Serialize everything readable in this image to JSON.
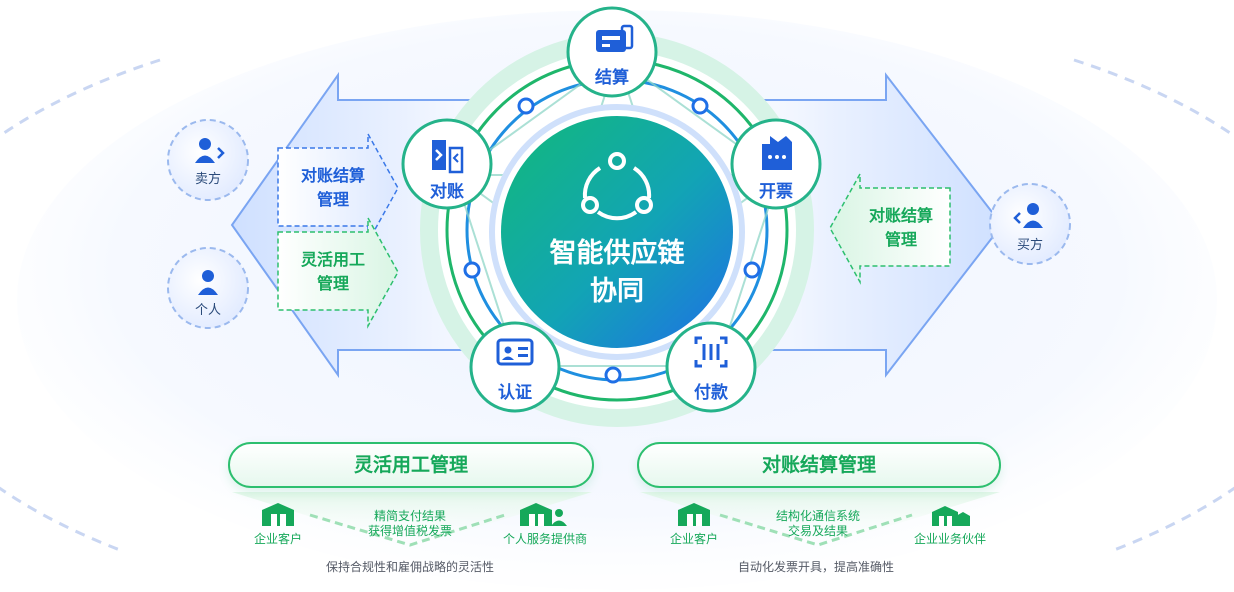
{
  "center": {
    "title_line1": "智能供应链",
    "title_line2": "协同"
  },
  "ring_nodes": [
    {
      "label": "结算",
      "icon": "card-stack-icon"
    },
    {
      "label": "开票",
      "icon": "invoice-building-icon"
    },
    {
      "label": "付款",
      "icon": "scan-pay-icon"
    },
    {
      "label": "认证",
      "icon": "id-card-icon"
    },
    {
      "label": "对账",
      "icon": "reconcile-icon"
    }
  ],
  "left_arrow": {
    "items": [
      {
        "line1": "对账结算",
        "line2": "管理"
      },
      {
        "line1": "灵活用工",
        "line2": "管理"
      }
    ]
  },
  "right_arrow": {
    "items": [
      {
        "line1": "对账结算",
        "line2": "管理"
      }
    ]
  },
  "parties": {
    "seller": "卖方",
    "individual": "个人",
    "buyer": "买方"
  },
  "bottom_left": {
    "title": "灵活用工管理",
    "left_party": "企业客户",
    "right_party": "个人服务提供商",
    "middle_line1": "精简支付结果",
    "middle_line2": "获得增值税发票",
    "footer": "保持合规性和雇佣战略的灵活性"
  },
  "bottom_right": {
    "title": "对账结算管理",
    "left_party": "企业客户",
    "right_party": "企业业务伙伴",
    "middle_line1": "结构化通信系统",
    "middle_line2": "交易及结果",
    "footer": "自动化发票开具，提高准确性"
  },
  "colors": {
    "primary_blue": "#1f5fd8",
    "accent_green": "#16a85a",
    "ring_teal": "#25b38a"
  }
}
